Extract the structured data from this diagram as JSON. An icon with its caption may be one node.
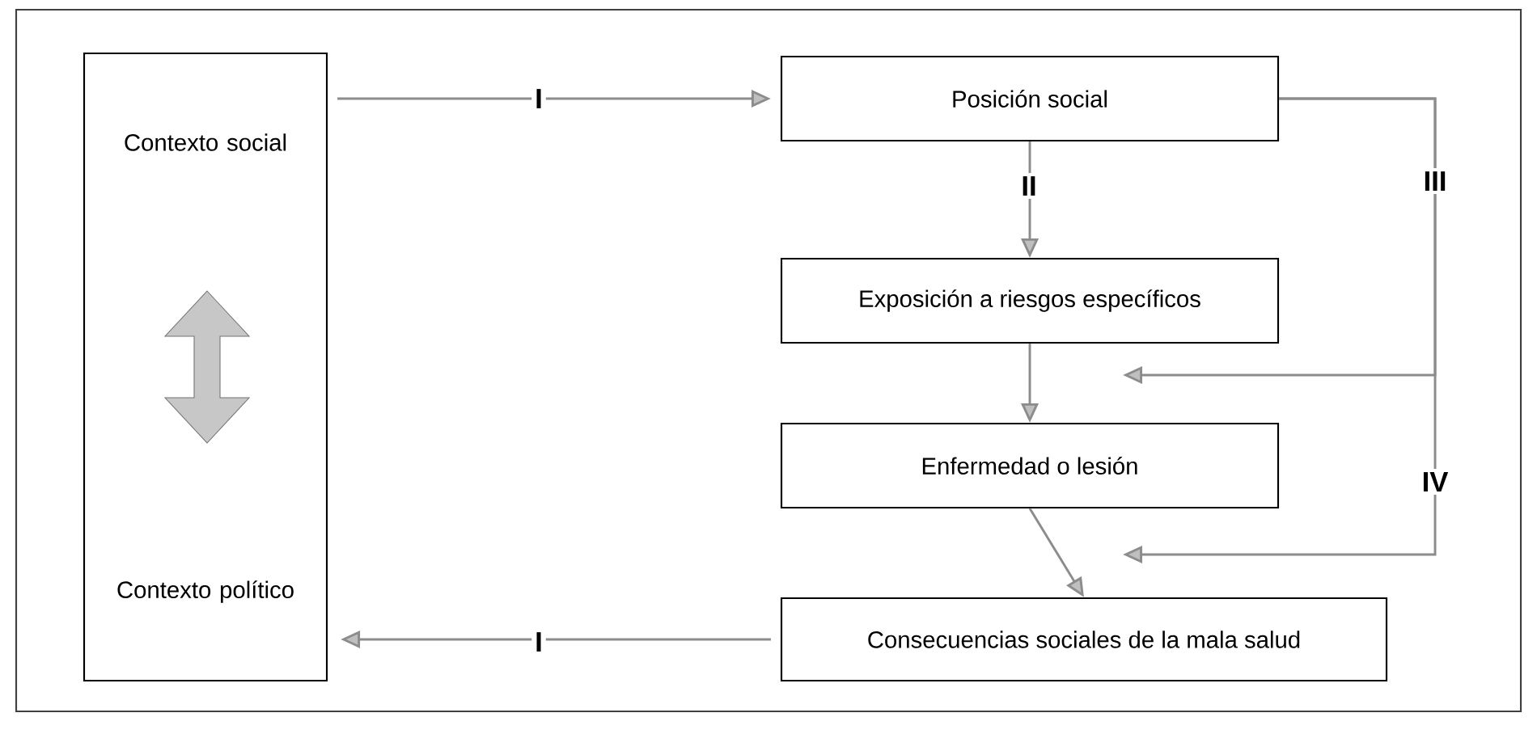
{
  "diagram": {
    "nodes": [
      {
        "text": [
          "Contexto social",
          "Contexto político"
        ]
      },
      {
        "text": [
          "Posición social"
        ]
      },
      {
        "text": [
          "Exposición a riesgos específicos"
        ]
      },
      {
        "text": [
          "Enfermedad o lesión"
        ]
      },
      {
        "text": [
          "Consecuencias sociales de la mala salud"
        ]
      }
    ],
    "edges": [
      {
        "from": 0,
        "to": 1,
        "arrow": "to",
        "label": "I"
      },
      {
        "from": 1,
        "to": 2,
        "arrow": "to",
        "label": "II"
      },
      {
        "from": 2,
        "to": 3,
        "arrow": "to"
      },
      {
        "from": 3,
        "to": 4,
        "arrow": "to"
      },
      {
        "from": 4,
        "to": 0,
        "arrow": "to",
        "label": "I"
      },
      {
        "from": 1,
        "to": null,
        "arrow": "to",
        "label": "III"
      },
      {
        "from": 1,
        "to": null,
        "arrow": "to",
        "label": "IV"
      }
    ]
  }
}
